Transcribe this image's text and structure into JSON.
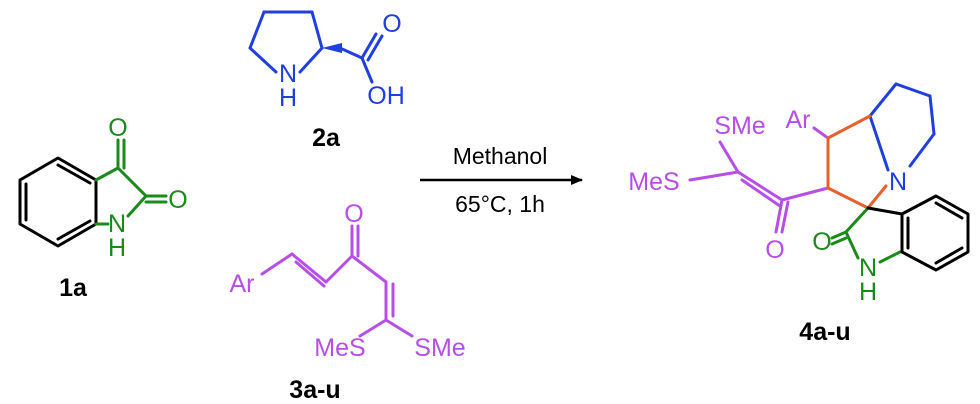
{
  "colors": {
    "isatin": "#1a8a1a",
    "proline": "#1f3fe0",
    "enone": "#b84ee8",
    "new_bond": "#e8602a",
    "text": "#000000"
  },
  "compounds": {
    "isatin": {
      "label": "1a",
      "O_top": "O",
      "O_right": "O",
      "N": "N",
      "H": "H"
    },
    "proline": {
      "label": "2a",
      "N": "N",
      "H": "H",
      "O": "O",
      "OH": "OH"
    },
    "enone": {
      "label": "3a-u",
      "Ar": "Ar",
      "O": "O",
      "SMe_left": "MeS",
      "SMe_right": "SMe"
    },
    "product": {
      "label": "4a-u",
      "SMe_top": "SMe",
      "SMe_left": "MeS",
      "Ar": "Ar",
      "N": "N",
      "O_ketone": "O",
      "O_lactam": "O",
      "NH_N": "N",
      "NH_H": "H"
    }
  },
  "conditions": {
    "solvent": "Methanol",
    "temp_time": "65°C, 1h"
  }
}
